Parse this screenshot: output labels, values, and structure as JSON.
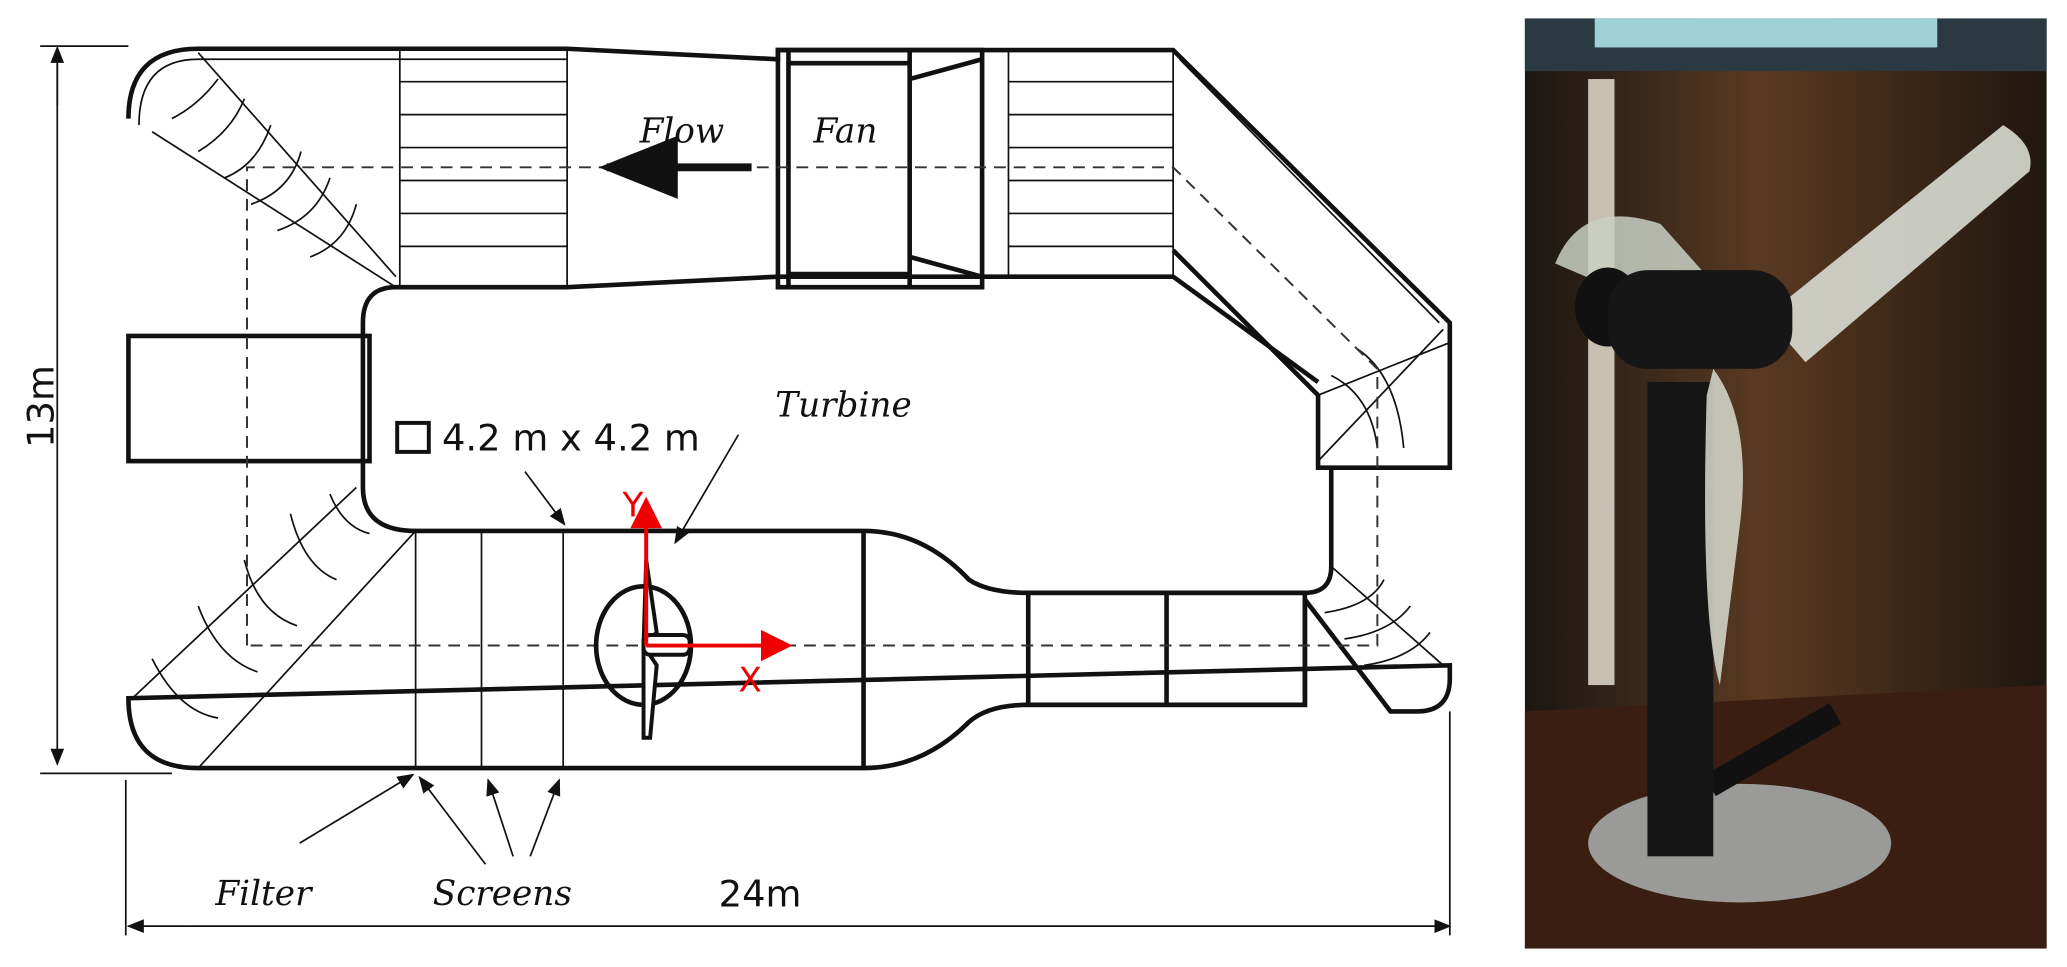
{
  "diagram": {
    "labels": {
      "flow": "Flow",
      "fan": "Fan",
      "turbine": "Turbine",
      "section": "4.2 m x 4.2 m",
      "y_axis": "Y",
      "x_axis": "X",
      "filter": "Filter",
      "screens": "Screens",
      "width_dim": "24m",
      "height_dim": "13m"
    },
    "colors": {
      "axes": "#e00000",
      "lines": "#111111"
    }
  },
  "photo": {
    "subject": "wind-turbine-model-in-tunnel"
  }
}
